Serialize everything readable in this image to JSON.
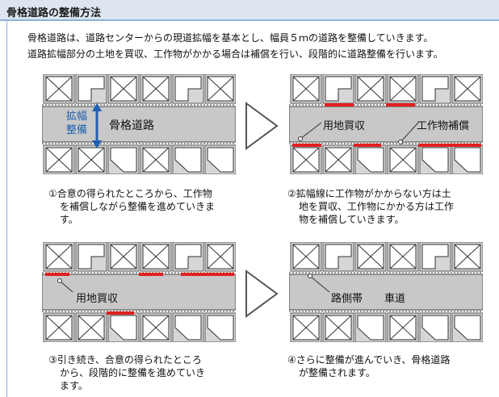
{
  "header": {
    "title": "骨格道路の整備方法"
  },
  "intro": [
    "骨格道路は、道路センターからの現道拡幅を基本とし、幅員５ｍの道路を整備していきます。",
    "道路拡幅部分の土地を買収、工作物がかかる場合は補償を行い、段階的に道路整備を行います。"
  ],
  "panels": [
    {
      "road_label": "骨格道路",
      "side_label": [
        "拡幅",
        "整備"
      ],
      "caption": [
        "①合意の得られたところから、工作物",
        "を補償しながら整備を進めていきま",
        "す。"
      ]
    },
    {
      "labels": [
        "用地買収",
        "工作物補償"
      ],
      "caption": [
        "②拡幅線に工作物がかからない方は土",
        "地を買収、工作物にかかる方は工作",
        "物を補償していきます。"
      ]
    },
    {
      "labels": [
        "用地買収"
      ],
      "caption": [
        "③引き続き、合意の得られたところ",
        "から、段階的に整備を進めていき",
        "ます。"
      ]
    },
    {
      "labels": [
        "路側帯",
        "車道"
      ],
      "caption": [
        "④さらに整備が進んでいき、骨格道路",
        "が整備されます。"
      ]
    }
  ],
  "colors": {
    "road": "#c8c8c8",
    "purchase": "#e02020",
    "lot": "#d6d6d6",
    "building": "#7a7a7a",
    "arrow": "#2060b0"
  }
}
